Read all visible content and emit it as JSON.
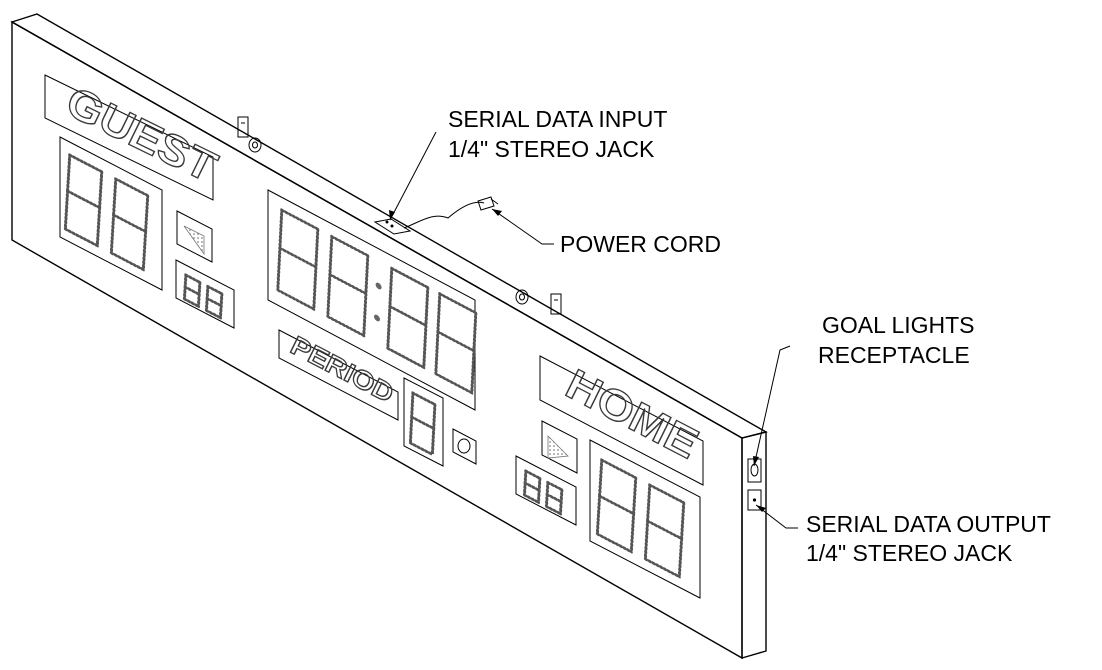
{
  "labels": {
    "guest": "GUEST",
    "home": "HOME",
    "period": "PERIOD"
  },
  "callouts": {
    "serial_in_1": "SERIAL DATA INPUT",
    "serial_in_2": "1/4\" STEREO JACK",
    "power": "POWER CORD",
    "goal_1": "GOAL LIGHTS",
    "goal_2": "RECEPTACLE",
    "serial_out_1": "SERIAL DATA OUTPUT",
    "serial_out_2": "1/4\" STEREO JACK"
  },
  "colors": {
    "ink": "#000000",
    "dots": "#555555"
  }
}
